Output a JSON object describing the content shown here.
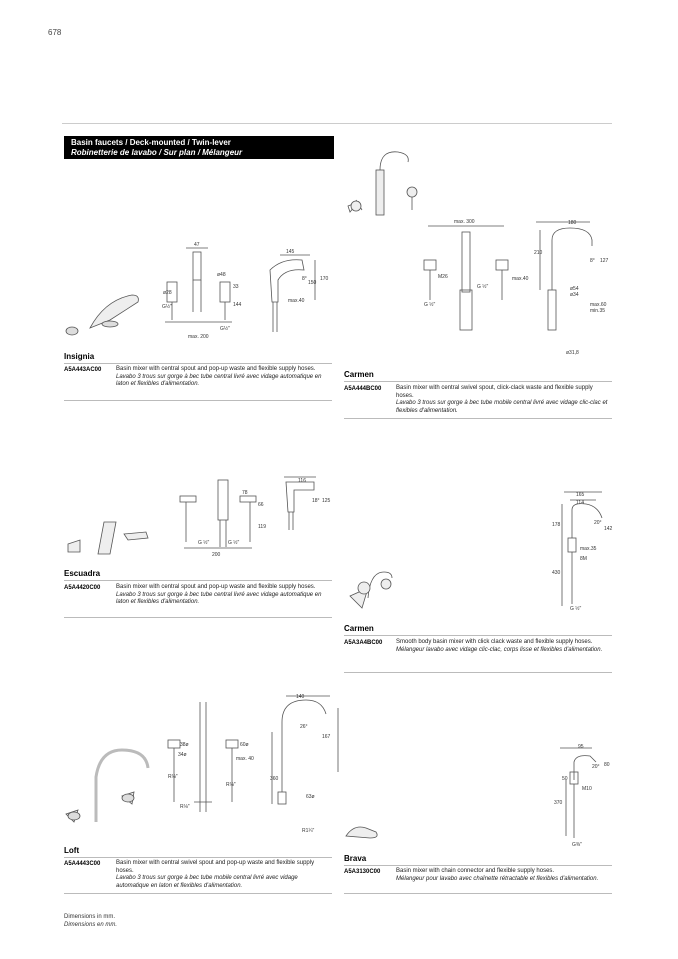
{
  "page_number": "678",
  "header": {
    "title_en": "Basin faucets / Deck-mounted / Twin-lever",
    "title_fr": "Robinetterie de lavabo / Sur plan / Mélangeur"
  },
  "products": [
    {
      "name": "Insignia",
      "code": "A5A443AC00",
      "desc_en": "Basin mixer with central spout and pop-up waste and flexible supply hoses.",
      "desc_fr": "Lavabo 3 trous sur gorge à bec tube central livré avec vidage automatique en laton et flexibles d'alimentation.",
      "dims": {
        "d1": "47",
        "d2": "145",
        "d3": "ø48",
        "d4": "8°",
        "d5": "170",
        "d6": "150",
        "d7": "ø28",
        "d8": "33",
        "d9": "G½\"",
        "d10": "144",
        "d11": "max.40",
        "d12": "G½\"",
        "d13": "max. 200"
      }
    },
    {
      "name": "Carmen",
      "code": "A5A444BC00",
      "desc_en": "Basin mixer with central swivel spout, click-clack waste and flexible supply hoses.",
      "desc_fr": "Lavabo 3 trous sur gorge à bec tube mobile central livré avec vidage clic-clac et flexibles d'alimentation.",
      "dims": {
        "d1": "max. 300",
        "d2": "180",
        "d3": "210",
        "d4": "8°",
        "d5": "127",
        "d6": "M26",
        "d7": "G ½\"",
        "d8": "max.40",
        "d9": "G ½\"",
        "d10": "ø54",
        "d11": "ø34",
        "d12": "max.60",
        "d13": "min.35",
        "d14": "ø31,8"
      }
    },
    {
      "name": "Escuadra",
      "code": "A5A4420C00",
      "desc_en": "Basin mixer with central spout and pop-up waste and flexible supply hoses.",
      "desc_fr": "Lavabo 3 trous sur gorge à bec tube central livré avec vidage automatique en laton et flexibles d'alimentation.",
      "dims": {
        "d1": "116",
        "d2": "78",
        "d3": "18°",
        "d4": "125",
        "d5": "66",
        "d6": "119",
        "d7": "G ½\"",
        "d8": "G ½\"",
        "d9": "200"
      }
    },
    {
      "name": "Carmen",
      "code": "A5A3A4BC00",
      "desc_en": "Smooth body basin mixer with click clack waste and flexible supply hoses.",
      "desc_fr": "Mélangeur lavabo avec vidage clic-clac, corps lisse et flexibles d'alimentation.",
      "dims": {
        "d1": "165",
        "d2": "114",
        "d3": "178",
        "d4": "20°",
        "d5": "142",
        "d6": "max.35",
        "d7": "8M",
        "d8": "430",
        "d9": "G ½\""
      }
    },
    {
      "name": "Loft",
      "code": "A5A4443C00",
      "desc_en": "Basin mixer with central swivel spout and pop-up waste and flexible supply hoses.",
      "desc_fr": "Lavabo 3 trous sur gorge à bec tube mobile central livré avec vidage automatique en laton et flexibles d'alimentation.",
      "dims": {
        "d1": "140",
        "d2": "26°",
        "d3": "167",
        "d4": "38ø",
        "d5": "34ø",
        "d6": "60ø",
        "d7": "max. 40",
        "d8": "R⅛\"",
        "d9": "R⅛\"",
        "d10": "360",
        "d11": "63ø",
        "d12": "R⅛\"",
        "d13": "R1¼\""
      }
    },
    {
      "name": "Brava",
      "code": "A5A3130C00",
      "desc_en": "Basin mixer with chain connector and flexible supply hoses.",
      "desc_fr": "Mélangeur pour lavabo avec chaînette rétractable et flexibles d'alimentation.",
      "dims": {
        "d1": "95",
        "d2": "20°",
        "d3": "80",
        "d4": "50",
        "d5": "M10",
        "d6": "370",
        "d7": "G⅜\""
      }
    }
  ],
  "footnote": {
    "en": "Dimensions in mm.",
    "fr": "Dimensions en mm."
  }
}
